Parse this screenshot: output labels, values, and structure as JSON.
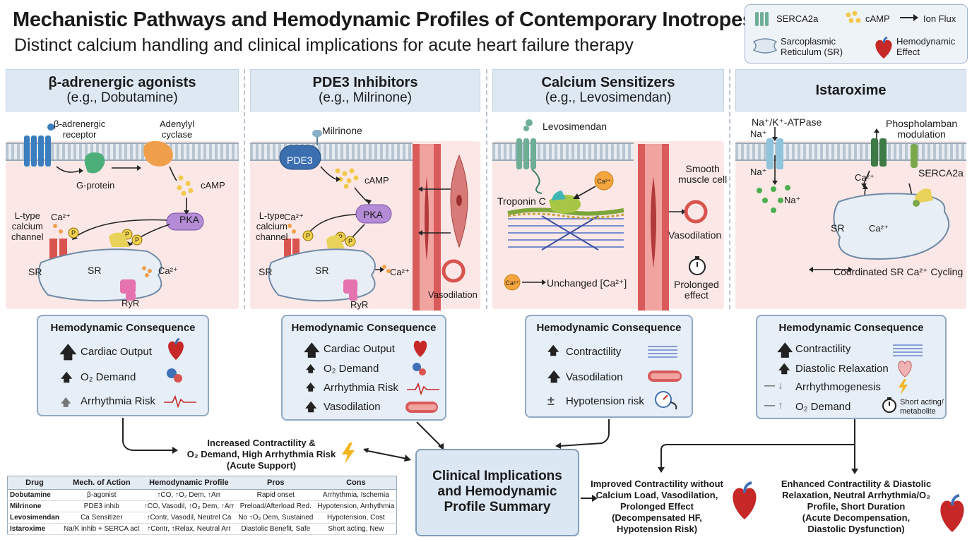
{
  "header": {
    "title": "Mechanistic Pathways and Hemodynamic Profiles of Contemporary Inotropes",
    "subtitle": "Distinct calcium handling and clinical implications for acute heart failure therapy"
  },
  "legend": {
    "serca": "SERCA2a",
    "camp": "cAMP",
    "ion_flux": "Ion Flux",
    "sr_line1": "Sarcoplasmic",
    "sr_line2": "Reticulum (SR)",
    "hemo_line1": "Hemodynamic",
    "hemo_line2": "Effect"
  },
  "columns": [
    {
      "title": "β-adrenergic agonists",
      "subtitle": "(e.g., Dobutamine)",
      "labels": {
        "receptor1": "β-adrenergic",
        "receptor2": "receptor",
        "cyclase1": "Adenylyl",
        "cyclase2": "cyclase",
        "gprotein": "G-protein",
        "camp": "cAMP",
        "pka": "PKA",
        "ltype1": "L-type",
        "ltype2": "calcium",
        "ltype3": "channel",
        "ca": "Ca²⁺",
        "sr_a": "SR",
        "sr_b": "SR",
        "ca_out": "Ca²⁺",
        "ryr": "RyR",
        "p": "P"
      },
      "hemo": {
        "title": "Hemodynamic Consequence",
        "rows": [
          "Cardiac Output",
          "O₂ Demand",
          "Arrhythmia Risk"
        ]
      }
    },
    {
      "title": "PDE3 Inhibitors",
      "subtitle": "(e.g., Milrinone)",
      "labels": {
        "drug": "Milrinone",
        "pde3": "PDE3",
        "camp": "cAMP",
        "pka": "PKA",
        "ltype1": "L-type",
        "ltype2": "calcium",
        "ltype3": "channel",
        "ca": "Ca²⁺",
        "sr_a": "SR",
        "sr_b": "SR",
        "ca_out": "Ca²⁺",
        "ryr": "RyR",
        "vaso": "Vasodilation"
      },
      "hemo": {
        "title": "Hemodynamic Consequence",
        "rows": [
          "Cardiac Output",
          "O₂ Demand",
          "Arrhythmia Risk",
          "Vasodilation"
        ]
      }
    },
    {
      "title": "Calcium Sensitizers",
      "subtitle": "(e.g., Levosimendan)",
      "labels": {
        "drug": "Levosimendan",
        "troponin": "Troponin C",
        "ca_badge": "Ca²⁺",
        "smooth1": "Smooth",
        "smooth2": "muscle cell",
        "vaso": "Vasodilation",
        "unchanged": "Unchanged [Ca²⁺]",
        "prolonged1": "Prolonged",
        "prolonged2": "effect"
      },
      "hemo": {
        "title": "Hemodynamic Consequence",
        "rows": [
          "Contractility",
          "Vasodilation",
          "Hypotension risk"
        ]
      }
    },
    {
      "title": "Istaroxime",
      "subtitle": "",
      "labels": {
        "pump": "Na⁺/K⁺-ATPase",
        "na_top": "Na⁺",
        "na_mid": "Na⁺",
        "na_low": "Na⁺",
        "pln1": "Phospholamban",
        "pln2": "modulation",
        "serca": "SERCA2a",
        "ca_a": "Ca²⁺",
        "ca_b": "Ca²⁺",
        "sr": "SR",
        "cycling": "Coordinated SR Ca²⁺ Cycling"
      },
      "hemo": {
        "title": "Hemodynamic Consequence",
        "rows": [
          "Contractility",
          "Diastolic Relaxation",
          "Arrhythmogenesis",
          "O₂ Demand"
        ],
        "note1": "Short acting/",
        "note2": "metabolite"
      }
    }
  ],
  "bottom": {
    "beta_outcome": [
      "Increased Contractility &",
      "O₂ Demand, High Arrhythmia Risk",
      "(Acute Support)"
    ],
    "center": [
      "Clinical Implications",
      "and Hemodynamic",
      "Profile Summary"
    ],
    "levo_outcome": [
      "Improved Contractility without",
      "Calcium Load, Vasodilation,",
      "Prolonged Effect",
      "(Decompensated HF,",
      "Hypotension Risk)"
    ],
    "ista_outcome": [
      "Enhanced Contractility & Diastolic",
      "Relaxation, Neutral Arrhythmia/O₂",
      "Profile, Short Duration",
      "(Acute Decompensation,",
      "Diastolic Dysfunction)"
    ]
  },
  "table": {
    "headers": [
      "Drug",
      "Mech. of Action",
      "Hemodynamic Profile",
      "Pros",
      "Cons"
    ],
    "rows": [
      [
        "Dobutamine",
        "β-agonist",
        "↑CO, ↑O₂ Dem, ↑Arr",
        "Rapid onset",
        "Arrhythmia, Ischemia"
      ],
      [
        "Milrinone",
        "PDE3 inhib",
        "↑CO, Vasodil, ↑O₂ Dem, ↑Arr",
        "Preload/Afterload Red.",
        "Hypotension, Arrhythmia"
      ],
      [
        "Levosimendan",
        "Ca Sensitizer",
        "↑Contr, Vasodil, Neutrel Ca",
        "No ↑O₂ Dem, Sustained",
        "Hypotension, Cost"
      ],
      [
        "Istaroxime",
        "Na/K inhib + SERCA act",
        "↑Contr, ↑Relax, Neutral Arr",
        "Diastolic Benefit, Safe",
        "Short acting, New"
      ]
    ]
  },
  "colors": {
    "header_bg": "#dde8f3",
    "cell_bg": "#fbe8e6",
    "box_bg": "#e6eef7",
    "box_border": "#8fa9c4",
    "camp": "#f2c94c",
    "pka": "#b48bd6",
    "channel": "#d9534f",
    "receptor": "#3b7dbd",
    "gprotein": "#4caf7a",
    "cyclase": "#f0a04b",
    "ryr": "#e573b0",
    "heart": "#c62828"
  },
  "icons": [
    "serca-icon",
    "camp-icon",
    "ion-flux-icon",
    "sr-icon",
    "heart-icon",
    "oxygen-icon",
    "ecg-icon",
    "vessel-icon",
    "sarcomere-icon",
    "gauge-icon",
    "stopwatch-icon",
    "lightning-icon"
  ]
}
